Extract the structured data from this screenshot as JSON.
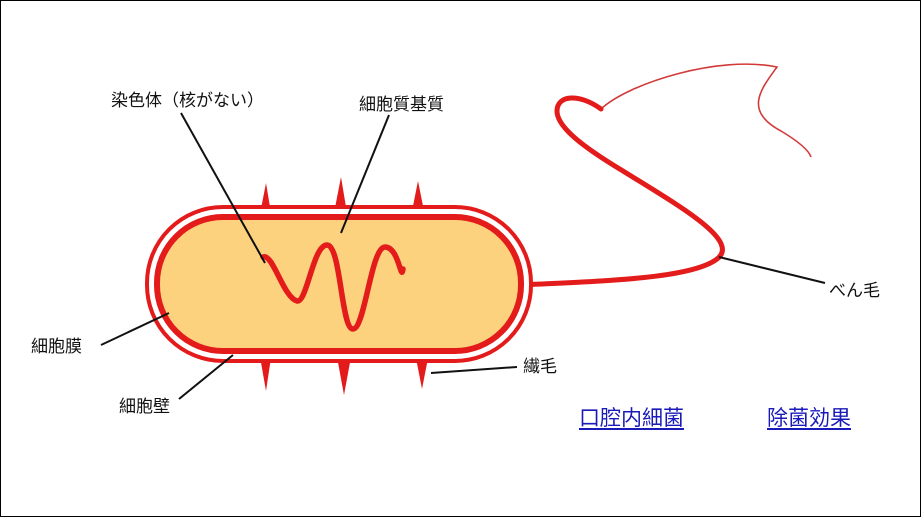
{
  "labels": {
    "chromosome": "染色体（核がない）",
    "cytoplasm": "細胞質基質",
    "flagellum": "べん毛",
    "cell_membrane": "細胞膜",
    "pili": "繊毛",
    "cell_wall": "細胞壁"
  },
  "links": {
    "oral_bacteria": "口腔内細菌",
    "sterilization_effect": "除菌効果"
  },
  "colors": {
    "cell_fill": "#fdd27f",
    "outline_red": "#e31b1b",
    "link_blue": "#1a1ab8"
  }
}
